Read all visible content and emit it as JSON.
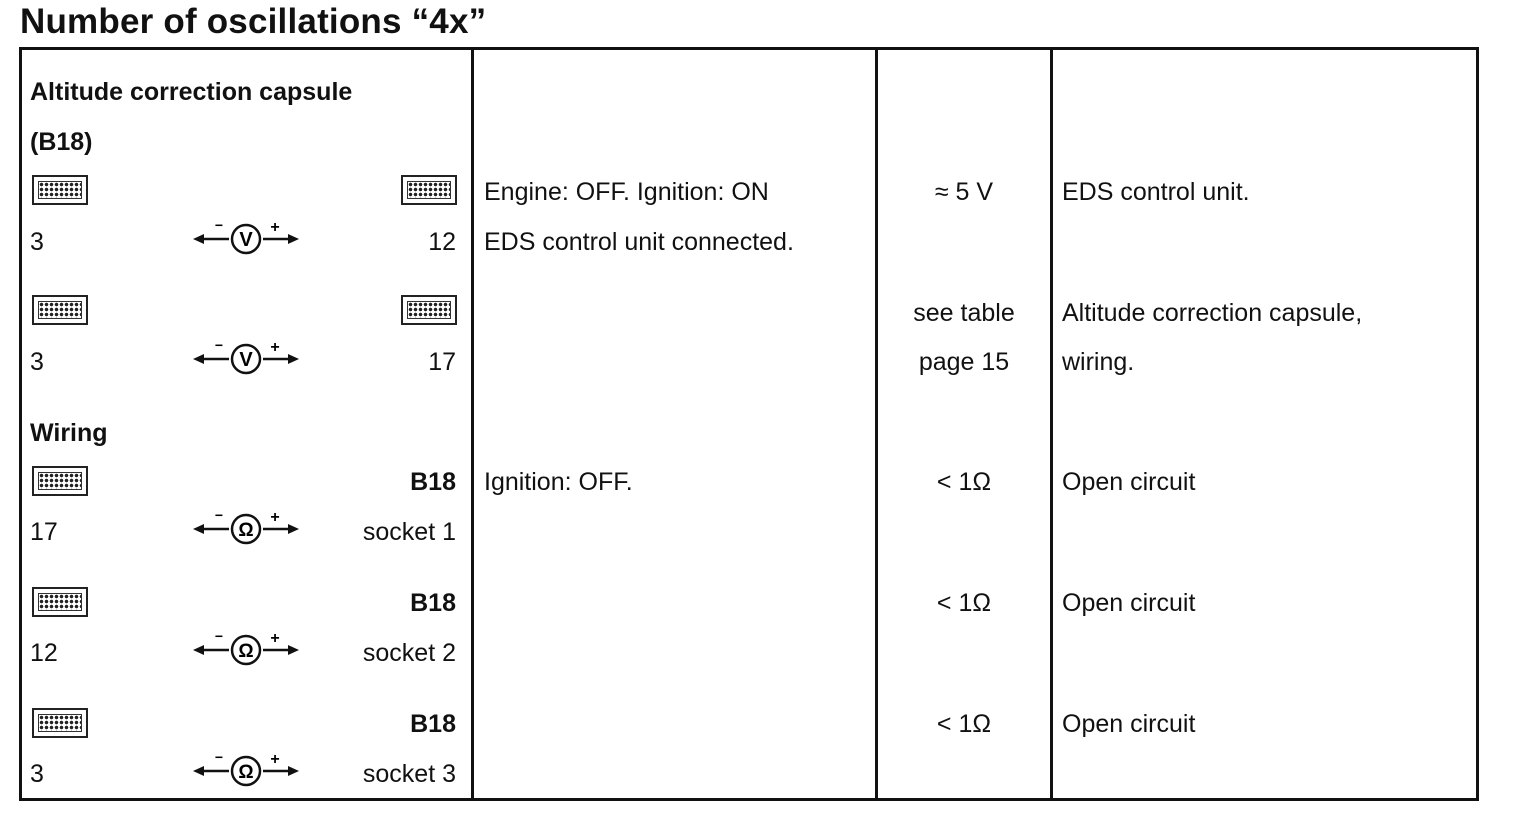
{
  "title": "Number of oscillations “4x”",
  "sections": {
    "altitude": {
      "heading_line1": "Altitude correction capsule",
      "heading_line2": "(B18)"
    },
    "wiring": {
      "heading": "Wiring"
    }
  },
  "rows": [
    {
      "left_pin": "3",
      "meter": "V",
      "right_pin": "12",
      "right_label": "",
      "condition_line1": "Engine:  OFF.  Ignition:  ON",
      "condition_line2": "EDS control unit connected.",
      "value_line1": "≈ 5 V",
      "value_line2": "",
      "remedy_line1": "EDS control unit.",
      "remedy_line2": ""
    },
    {
      "left_pin": "3",
      "meter": "V",
      "right_pin": "17",
      "right_label": "",
      "condition_line1": "",
      "condition_line2": "",
      "value_line1": "see table",
      "value_line2": "page 15",
      "remedy_line1": "Altitude correction capsule,",
      "remedy_line2": "wiring."
    },
    {
      "left_pin": "17",
      "meter": "Ω",
      "right_pin": "socket 1",
      "right_label": "B18",
      "condition_line1": "Ignition:  OFF.",
      "condition_line2": "",
      "value_line1": "< 1Ω",
      "value_line2": "",
      "remedy_line1": "Open circuit",
      "remedy_line2": ""
    },
    {
      "left_pin": "12",
      "meter": "Ω",
      "right_pin": "socket 2",
      "right_label": "B18",
      "condition_line1": "",
      "condition_line2": "",
      "value_line1": "< 1Ω",
      "value_line2": "",
      "remedy_line1": "Open circuit",
      "remedy_line2": ""
    },
    {
      "left_pin": "3",
      "meter": "Ω",
      "right_pin": "socket 3",
      "right_label": "B18",
      "condition_line1": "",
      "condition_line2": "",
      "value_line1": "< 1Ω",
      "value_line2": "",
      "remedy_line1": "Open circuit",
      "remedy_line2": ""
    }
  ],
  "icons": {
    "connector": "test-connector-icon",
    "meter": "meter-icon"
  }
}
